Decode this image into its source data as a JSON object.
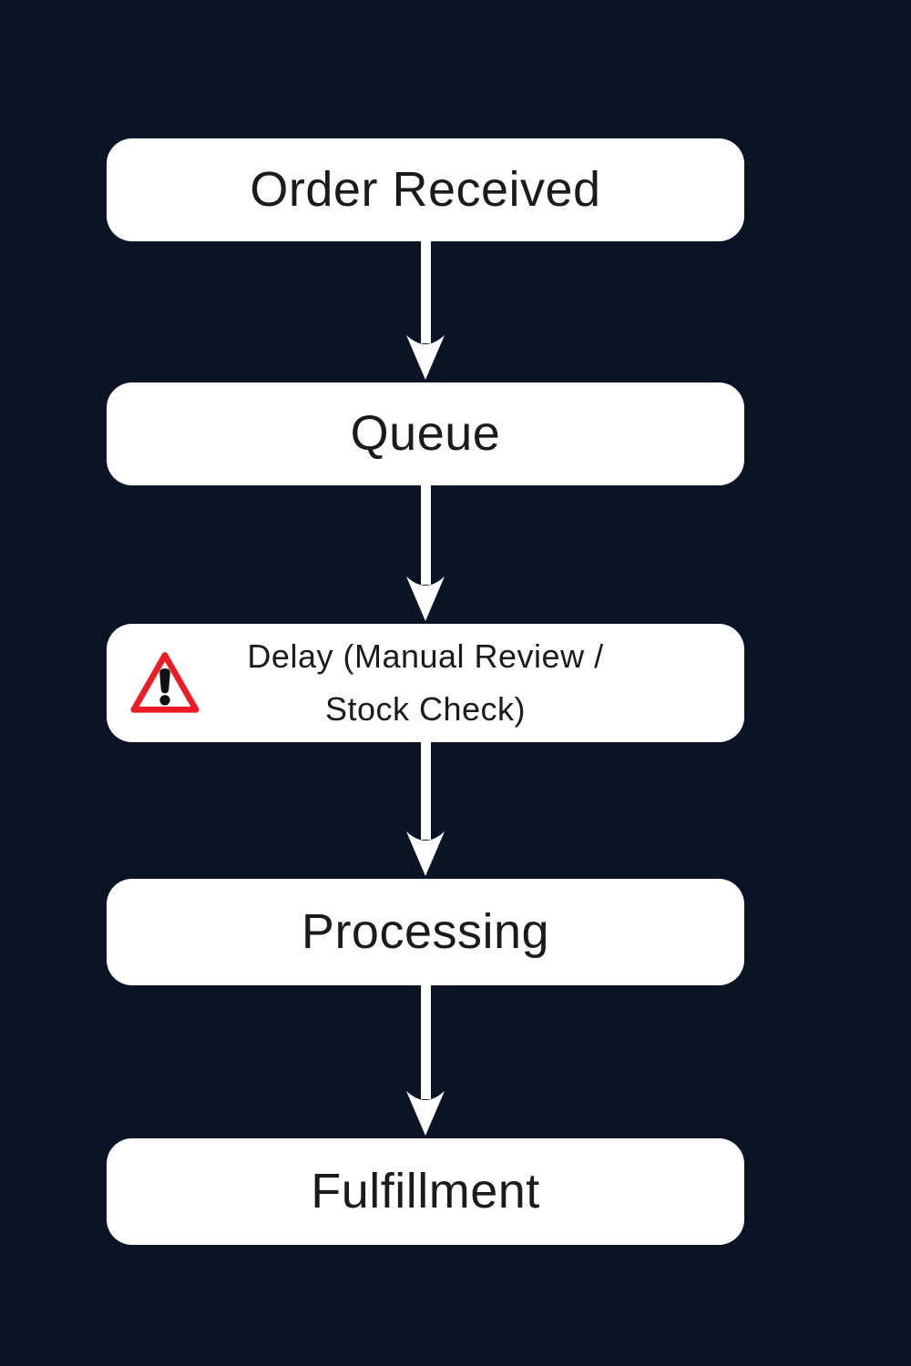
{
  "colors": {
    "background": "#0a1424",
    "node_fill": "#ffffff",
    "node_text": "#1b1b1d",
    "arrow": "#ffffff",
    "warning_red": "#ed1c24",
    "warning_mark": "#111111"
  },
  "flowchart": {
    "type": "vertical-flowchart",
    "nodes": [
      {
        "id": "order-received",
        "label": "Order Received"
      },
      {
        "id": "queue",
        "label": "Queue"
      },
      {
        "id": "delay",
        "label": "Delay (Manual Review / Stock Check)",
        "icon": "warning-triangle-icon"
      },
      {
        "id": "processing",
        "label": "Processing"
      },
      {
        "id": "fulfillment",
        "label": "Fulfillment"
      }
    ],
    "connections": [
      {
        "from": "order-received",
        "to": "queue"
      },
      {
        "from": "queue",
        "to": "delay"
      },
      {
        "from": "delay",
        "to": "processing"
      },
      {
        "from": "processing",
        "to": "fulfillment"
      }
    ]
  }
}
